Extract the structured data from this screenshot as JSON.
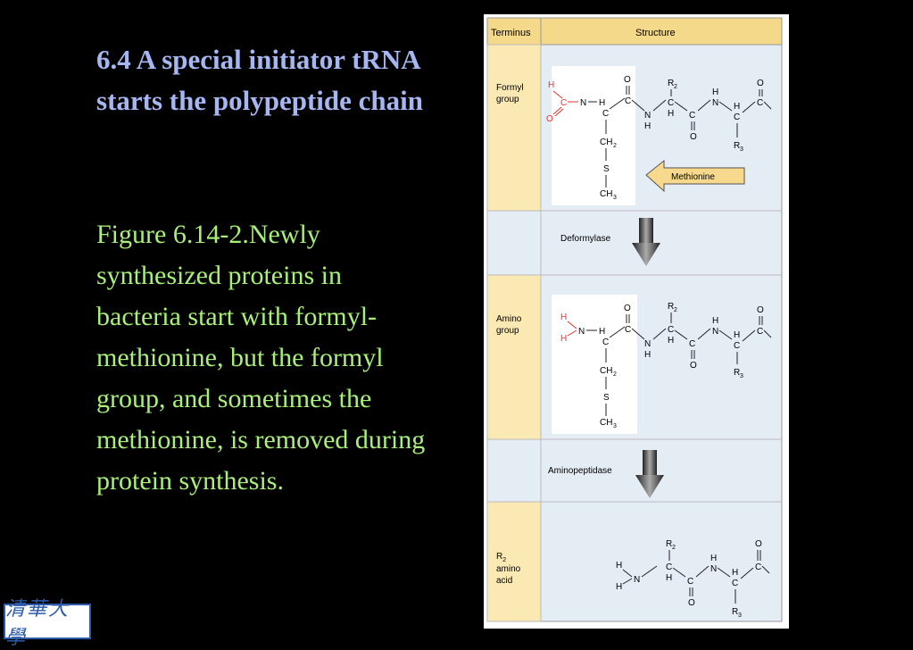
{
  "slide": {
    "title": "6.4 A special initiator tRNA starts the polypeptide chain",
    "caption": "Figure 6.14-2.Newly synthesized proteins in bacteria start with formyl-methionine, but the formyl group, and sometimes the methionine, is removed during protein synthesis.",
    "logo_text": "清華大學"
  },
  "figure": {
    "header": {
      "col1": "Terminus",
      "col2": "Structure"
    },
    "rows": [
      {
        "label_lines": [
          "Formyl",
          "group"
        ],
        "callout": "Methionine"
      },
      {
        "enzyme": "Deformylase"
      },
      {
        "label_lines": [
          "Amino",
          "group"
        ]
      },
      {
        "enzyme": "Aminopeptidase"
      },
      {
        "label_lines": [
          "R",
          "amino",
          "acid"
        ],
        "label_subscript": "2"
      }
    ],
    "atoms": {
      "H": "H",
      "O": "O",
      "C": "C",
      "N": "N",
      "S": "S",
      "R": "R",
      "sub2": "2",
      "sub3": "3",
      "CH": "CH"
    },
    "colors": {
      "header_bg": "#f4d98a",
      "label_bg": "#fbe9b4",
      "structure_bg": "#e4ecf4",
      "highlight": "#e8312a",
      "callout_fill": "#f6d98c"
    }
  }
}
